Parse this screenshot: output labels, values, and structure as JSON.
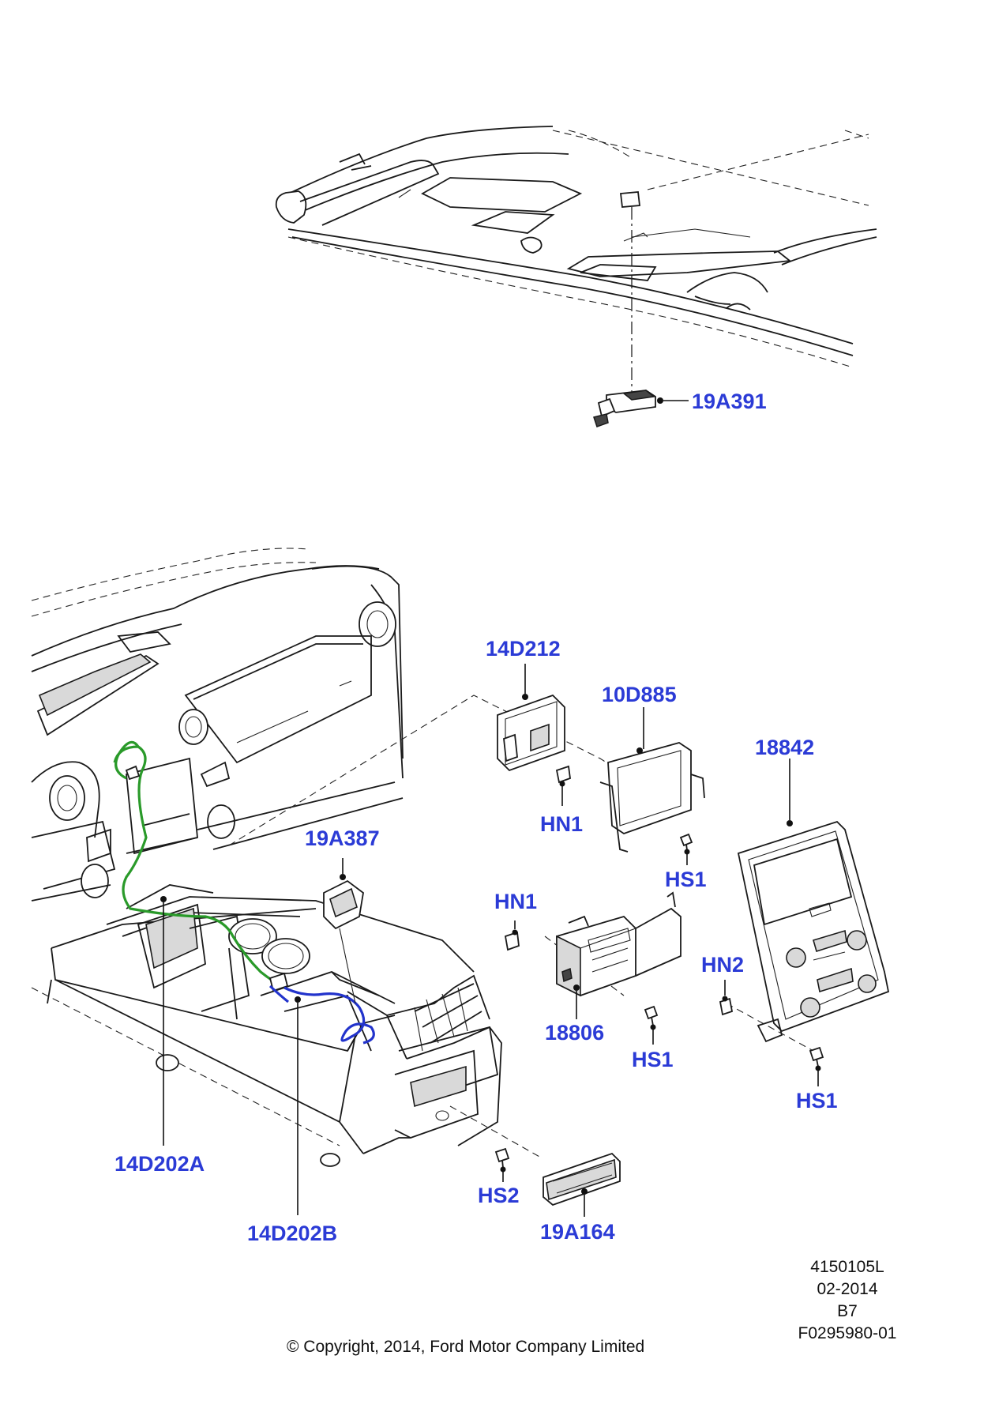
{
  "callouts": {
    "p19A391": "19A391",
    "p14D212": "14D212",
    "p10D885": "10D885",
    "p18842": "18842",
    "p19A387": "19A387",
    "pHN1a": "HN1",
    "pHS1a": "HS1",
    "pHN1b": "HN1",
    "pHN2": "HN2",
    "p18806": "18806",
    "pHS1b": "HS1",
    "pHS1c": "HS1",
    "p14D202A": "14D202A",
    "p14D202B": "14D202B",
    "pHS2": "HS2",
    "p19A164": "19A164"
  },
  "footer": {
    "code": "4150105L",
    "date": "02-2014",
    "revision": "B7",
    "figure": "F0295980-01",
    "copyright": "© Copyright, 2014, Ford Motor Company Limited"
  },
  "colors": {
    "callout_text": "#2b3bd6",
    "harness_a": "#2a9a2a",
    "harness_b": "#2233cc",
    "line_art": "#1a1a1a"
  }
}
